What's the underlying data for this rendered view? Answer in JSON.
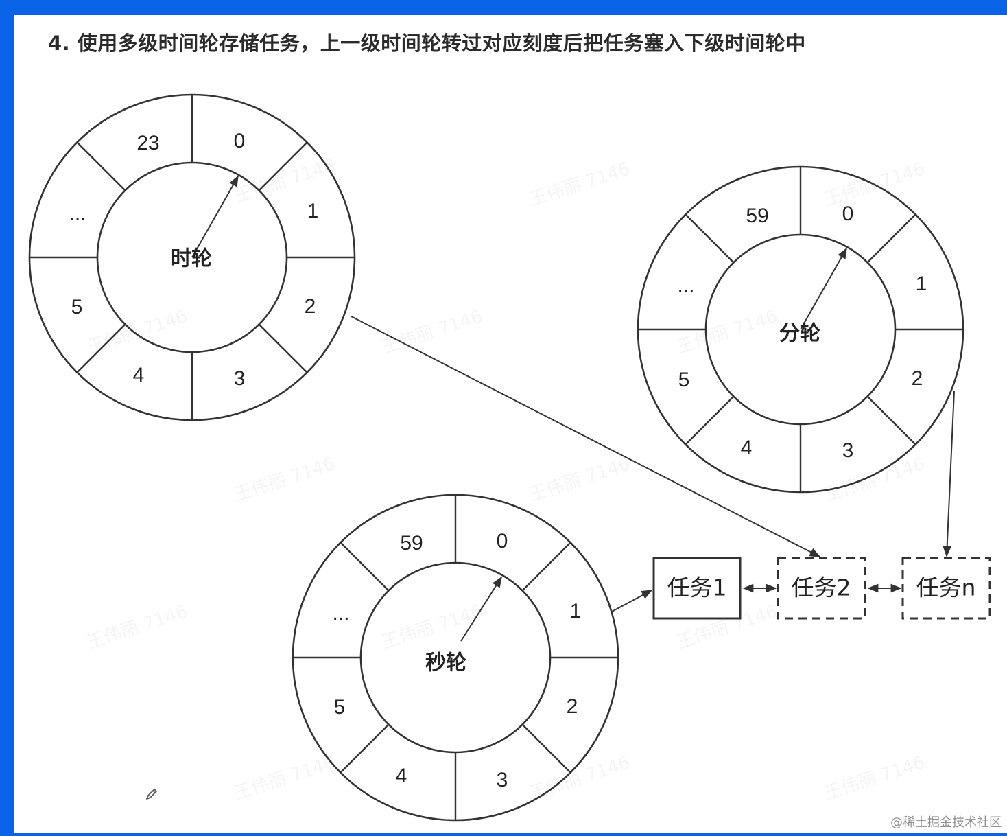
{
  "title": "4. 使用多级时间轮存储任务，上一级时间轮转过对应刻度后把任务塞入下级时间轮中",
  "colors": {
    "frame": "#0863e6",
    "background": "#ffffff",
    "stroke": "#333333"
  },
  "wheels": [
    {
      "id": "hour",
      "label": "时轮",
      "slots": [
        "0",
        "1",
        "2",
        "3",
        "4",
        "5",
        "...",
        "23"
      ]
    },
    {
      "id": "minute",
      "label": "分轮",
      "slots": [
        "0",
        "1",
        "2",
        "3",
        "4",
        "5",
        "...",
        "59"
      ]
    },
    {
      "id": "second",
      "label": "秒轮",
      "slots": [
        "0",
        "1",
        "2",
        "3",
        "4",
        "5",
        "...",
        "59"
      ]
    }
  ],
  "tasks": [
    {
      "label": "任务1",
      "style": "solid"
    },
    {
      "label": "任务2",
      "style": "dashed"
    },
    {
      "label": "任务n",
      "style": "dashed"
    }
  ],
  "connections": [
    {
      "from": "时轮 slot 2",
      "to": "任务2"
    },
    {
      "from": "分轮 slot 2",
      "to": "任务n"
    },
    {
      "from": "秒轮 slot 1",
      "to": "任务1"
    },
    {
      "from": "任务1",
      "to": "任务2",
      "type": "bidirectional"
    },
    {
      "from": "任务2",
      "to": "任务n",
      "type": "bidirectional"
    }
  ],
  "watermark": "王伟丽 7146",
  "credit": "@稀土掘金技术社区",
  "icons": {
    "cursor": "pencil-icon"
  }
}
